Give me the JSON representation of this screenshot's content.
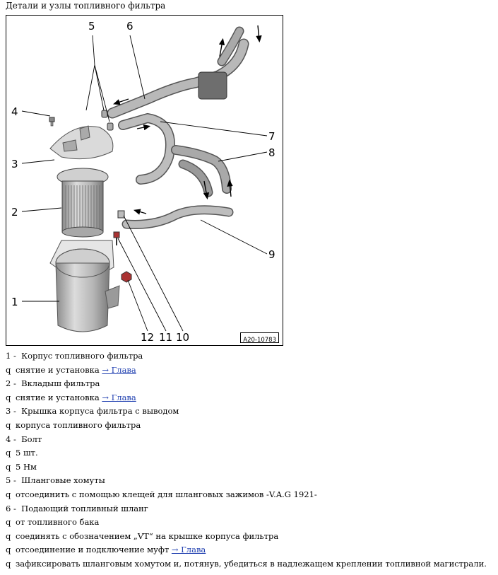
{
  "page_title": "Детали и узлы топливного фильтра",
  "figure": {
    "code": "A20-10783",
    "callouts": [
      "1",
      "2",
      "3",
      "4",
      "5",
      "6",
      "7",
      "8",
      "9",
      "10",
      "11",
      "12"
    ]
  },
  "items": [
    {
      "kind": "header",
      "num": "1 -",
      "text": "Корпус топливного фильтра"
    },
    {
      "kind": "bullet",
      "marker": "q",
      "text": "снятие и установка ",
      "link": "→ Глава"
    },
    {
      "kind": "header",
      "num": "2 -",
      "text": "Вкладыш фильтра"
    },
    {
      "kind": "bullet",
      "marker": "q",
      "text": "снятие и установка ",
      "link": "→ Глава"
    },
    {
      "kind": "header",
      "num": "3 -",
      "text": "Крышка корпуса фильтра с выводом"
    },
    {
      "kind": "bullet",
      "marker": "q",
      "text": "корпуса топливного фильтра"
    },
    {
      "kind": "header",
      "num": "4 -",
      "text": "Болт"
    },
    {
      "kind": "bullet",
      "marker": "q",
      "text": "5 шт."
    },
    {
      "kind": "bullet",
      "marker": "q",
      "text": "5 Нм"
    },
    {
      "kind": "header",
      "num": "5 -",
      "text": "Шланговые хомуты"
    },
    {
      "kind": "bullet",
      "marker": "q",
      "text": "отсоединить с помощью клещей для шланговых зажимов -V.A.G 1921-"
    },
    {
      "kind": "header",
      "num": "6 -",
      "text": "Подающий топливный шланг"
    },
    {
      "kind": "bullet",
      "marker": "q",
      "text": "от топливного бака"
    },
    {
      "kind": "bullet",
      "marker": "q",
      "text": "соединять с обозначением „VT“ на крышке корпуса фильтра"
    },
    {
      "kind": "bullet",
      "marker": "q",
      "text": "отсоединение и подключение муфт ",
      "link": "→ Глава"
    },
    {
      "kind": "bullet",
      "marker": "q",
      "text": "зафиксировать шланговым хомутом и, потянув, убедиться в надлежащем креплении топливной магистрали."
    }
  ]
}
